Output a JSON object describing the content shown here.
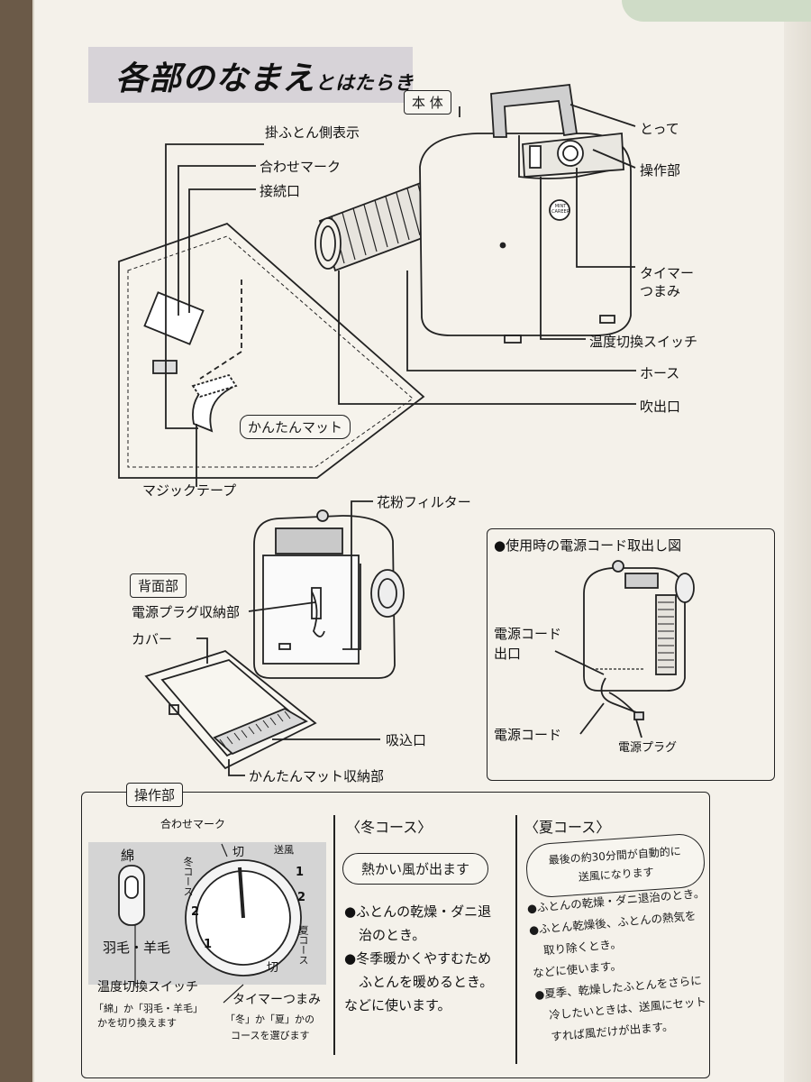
{
  "title": {
    "main": "各部のなまえ",
    "sub": "とはたらき"
  },
  "top": {
    "honntai": "本 体",
    "labels_left": [
      "掛ふとん側表示",
      "合わせマーク",
      "接続口"
    ],
    "labels_right": [
      "とって",
      "操作部",
      "タイマー",
      "つまみ",
      "温度切換スイッチ",
      "ホース",
      "吹出口"
    ],
    "mat_label": "かんたんマット",
    "magic_tape": "マジックテープ",
    "unit_badge": "MINT CAREER"
  },
  "back": {
    "section": "背面部",
    "filter": "花粉フィルター",
    "plug_storage": "電源プラグ収納部",
    "cover": "カバー",
    "intake": "吸込口",
    "mat_storage": "かんたんマット収納部"
  },
  "cord_box": {
    "title": "●使用時の電源コード取出し図",
    "outlet_line1": "電源コード",
    "outlet_line2": "出口",
    "cord": "電源コード",
    "plug": "電源プラグ"
  },
  "controls": {
    "section": "操作部",
    "align_mark": "合わせマーク",
    "cotton": "綿",
    "down": "羽毛・羊毛",
    "switch_label": "温度切換スイッチ",
    "switch_note": [
      "「綿」か「羽毛・羊毛」",
      "かを切り換えます"
    ],
    "dial_labels": {
      "off_top": "切",
      "winter": "冬コース",
      "summer_air": "送風",
      "off_bottom": "切",
      "summer": "夏コース",
      "n1a": "1",
      "n2a": "2",
      "n1b": "1",
      "n2b": "2"
    },
    "timer_label": "タイマーつまみ",
    "timer_note": [
      "「冬」か「夏」かの",
      "コースを選びます"
    ]
  },
  "winter": {
    "heading": "〈冬コース〉",
    "pill": "熱かい風が出ます",
    "lines": [
      "●ふとんの乾燥・ダニ退",
      "治のとき。",
      "●冬季暖かくやすむため",
      "ふとんを暖めるとき。",
      "などに使います。"
    ]
  },
  "summer": {
    "heading": "〈夏コース〉",
    "pill": [
      "最後の約30分間が自動的に",
      "送風になります"
    ],
    "lines": [
      "●ふとんの乾燥・ダニ退治のとき。",
      "●ふとん乾燥後、ふとんの熱気を",
      "取り除くとき。",
      "などに使います。",
      "●夏季、乾燥したふとんをさらに",
      "冷したいときは、送風にセット",
      "すれば風だけが出ます。"
    ]
  }
}
